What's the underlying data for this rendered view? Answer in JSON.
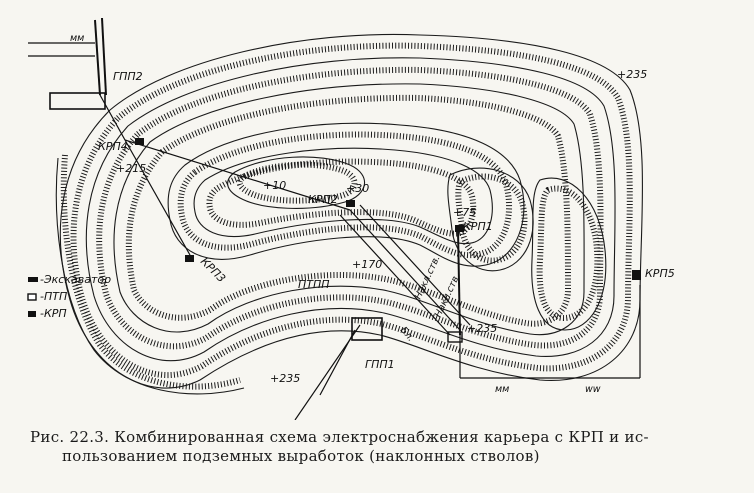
{
  "labels": {
    "gpp2": "ГПП2",
    "gpp1": "ГПП1",
    "krp1": "КРП1",
    "krp2": "КРП2",
    "krp3": "КРП3",
    "krp4": "КРП4",
    "krp5": "КРП5",
    "ptpp": "ПТПП",
    "elev_235_top": "+235",
    "elev_215": "+215",
    "elev_10": "+10",
    "elev_30": "+30",
    "elev_170": "+170",
    "elev_75": "+75",
    "elev_235_mid": "+235",
    "elev_235_bottom": "+235",
    "shaft_1": "Накл.ств.",
    "shaft_2": "Накл.ств.",
    "shaft_3": "Бл.",
    "mm_top": "мм",
    "mm_bottom": "мм",
    "ww_bottom": "ww"
  },
  "legend": [
    {
      "label": "-Экскаватор",
      "marker": "excavator-marker"
    },
    {
      "label": "-ПТП",
      "marker": "ptp-marker"
    },
    {
      "label": "-КРП",
      "marker": "krp-marker"
    }
  ],
  "caption": {
    "line1": "Рис. 22.3. Комбинированная схема электроснабжения карьера с КРП и ис-",
    "line2": "пользованием подземных выработок (наклонных стволов)"
  }
}
